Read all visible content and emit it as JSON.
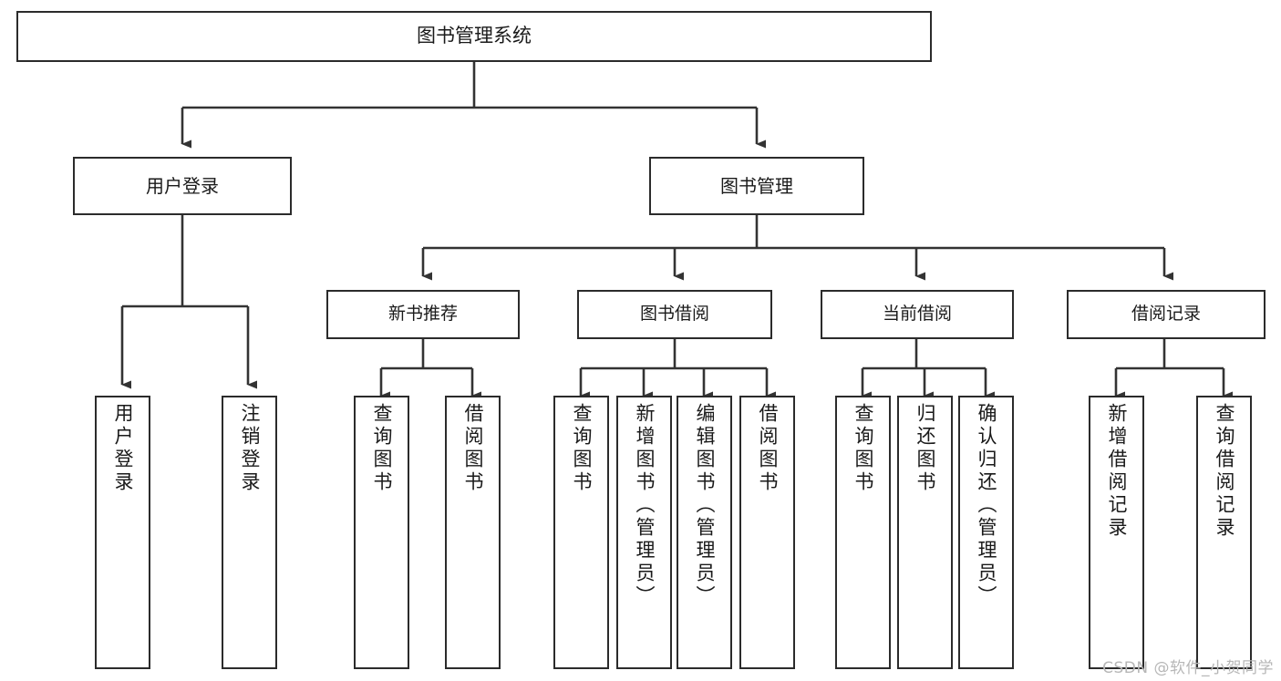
{
  "diagram": {
    "type": "tree-hierarchy-diagram",
    "title": "图书管理系统",
    "colors": {
      "box_border": "#2b2b2b",
      "box_fill": "#ffffff",
      "connector": "#333333",
      "text": "#1a1a1a",
      "watermark": "#b7b7b7",
      "background": "#ffffff"
    },
    "root": {
      "label": "图书管理系统"
    },
    "level1": [
      {
        "label": "用户登录"
      },
      {
        "label": "图书管理"
      }
    ],
    "level2": [
      {
        "label": "新书推荐"
      },
      {
        "label": "图书借阅"
      },
      {
        "label": "当前借阅"
      },
      {
        "label": "借阅记录"
      }
    ],
    "leaves": {
      "user_login": [
        {
          "label": "用户登录"
        },
        {
          "label": "注销登录"
        }
      ],
      "new_book_recommend": [
        {
          "label": "查询图书"
        },
        {
          "label": "借阅图书"
        }
      ],
      "book_borrow": [
        {
          "label": "查询图书"
        },
        {
          "label": "新增图书（管理员）"
        },
        {
          "label": "编辑图书（管理员）"
        },
        {
          "label": "借阅图书"
        }
      ],
      "current_borrow": [
        {
          "label": "查询图书"
        },
        {
          "label": "归还图书"
        },
        {
          "label": "确认归还（管理员）"
        }
      ],
      "borrow_record": [
        {
          "label": "新增借阅记录"
        },
        {
          "label": "查询借阅记录"
        }
      ]
    }
  },
  "watermark": {
    "text": "CSDN @软件_小贺同学"
  }
}
